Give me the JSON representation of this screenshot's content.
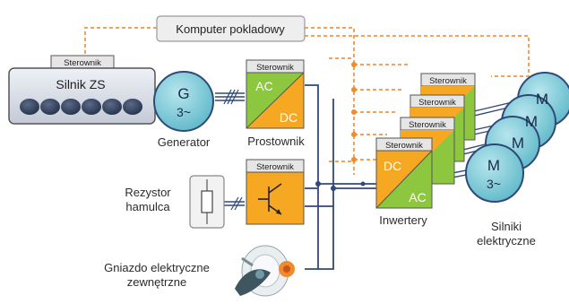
{
  "computer": {
    "label": "Komputer pokladowy"
  },
  "controller_label": "Sterownik",
  "engine": {
    "label": "Silnik ZS"
  },
  "generator": {
    "symbol": "G",
    "phase": "3~",
    "label": "Generator"
  },
  "rectifier": {
    "top": "AC",
    "bottom": "DC",
    "label": "Prostownik"
  },
  "brake_resistor": {
    "label_line1": "Rezystor",
    "label_line2": "hamulca"
  },
  "inverter": {
    "top": "DC",
    "bottom": "AC",
    "label": "Inwertery"
  },
  "motors": {
    "symbol": "M",
    "phase": "3~",
    "label_line1": "Silniki",
    "label_line2": "elektryczne"
  },
  "socket": {
    "label_line1": "Gniazdo elektryczne",
    "label_line2": "zewnętrzne"
  },
  "colors": {
    "dashed_signal": "#f0a45a",
    "dc_bus": "#2f4a78",
    "converter_fill_a": "#8dc63f",
    "converter_fill_b": "#f7a823",
    "motor_fill": "#7fc9d6",
    "engine_fill": "#d4d9e2"
  }
}
